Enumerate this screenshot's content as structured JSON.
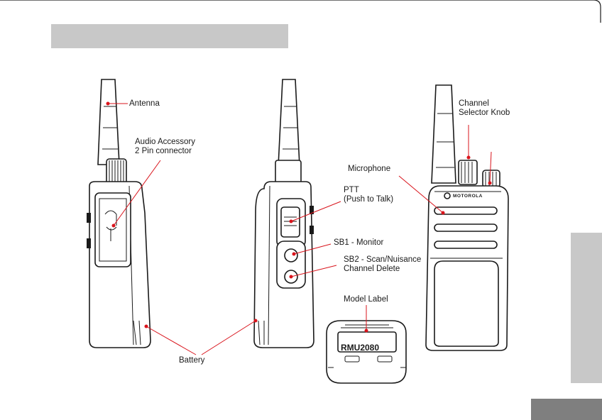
{
  "labels": {
    "antenna": "Antenna",
    "audio_accessory": [
      "Audio Accessory",
      "2 Pin connector"
    ],
    "battery": "Battery",
    "ptt": [
      "PTT",
      "(Push to Talk)"
    ],
    "sb1": "SB1 - Monitor",
    "sb2": [
      "SB2 - Scan/Nuisance",
      "Channel Delete"
    ],
    "model_label": "Model Label",
    "model_text": "RMU2080",
    "microphone": "Microphone",
    "channel_selector": [
      "Channel",
      "Selector Knob"
    ],
    "brand": "MOTOROLA"
  },
  "colors": {
    "callout": "#d9141c",
    "header_bar": "#c8c8c8",
    "side_tab": "#c8c8c8",
    "page_number_box": "#7f7f7f"
  }
}
